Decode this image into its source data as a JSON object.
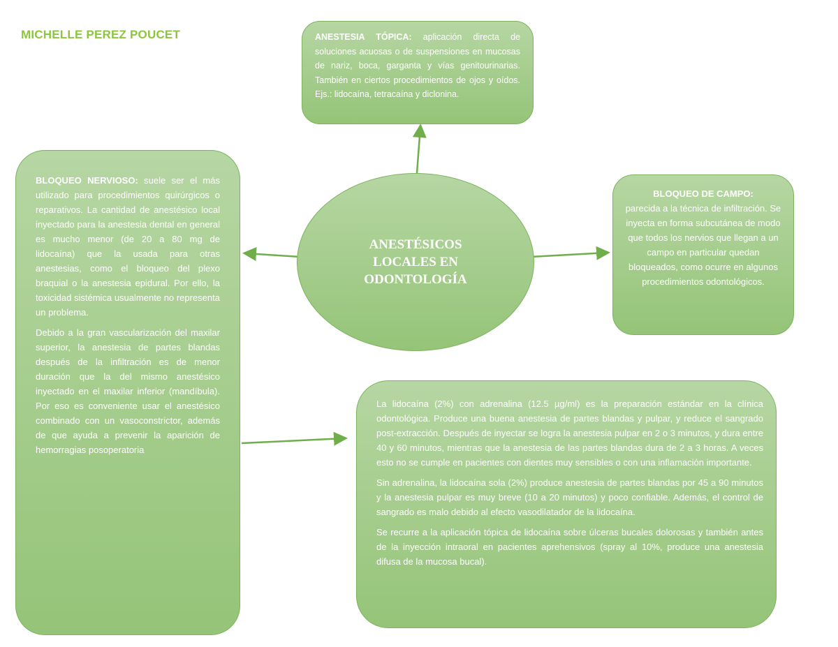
{
  "author": "MICHELLE PEREZ POUCET",
  "center": {
    "title": "ANESTÉSICOS LOCALES EN ODONTOLOGÍA"
  },
  "top_box": {
    "heading": "ANESTESIA TÓPICA:",
    "text": " aplicación directa de soluciones acuosas o de suspensiones en mucosas de nariz, boca, garganta y vías genitourinarias. También en ciertos procedimientos de ojos y oídos. Ejs.: lidocaína, tetracaína y diclonina."
  },
  "left_box": {
    "heading": "BLOQUEO NERVIOSO:",
    "p1": " suele ser el más utilizado para procedimientos quirúrgicos o reparativos. La cantidad de anestésico local inyectado para la anestesia dental en general es mucho menor (de 20 a 80 mg de lidocaína) que la usada para otras anestesias, como el bloqueo del plexo braquial o la anestesia epidural. Por ello, la toxicidad sistémica usualmente no representa un problema.",
    "p2": "Debido a la gran vascularización del maxilar superior, la anestesia de partes blandas después de la infiltración es de menor duración que la del mismo anestésico inyectado en el maxilar inferior (mandíbula). Por eso es conveniente usar el anestésico combinado con un vasoconstrictor, además de que ayuda a prevenir la aparición de hemorragias posoperatoria"
  },
  "right_box": {
    "heading": "BLOQUEO DE CAMPO:",
    "text": "parecida a la técnica de infiltración. Se inyecta en forma subcutánea de modo que todos los nervios que llegan a un campo en particular quedan bloqueados, como ocurre en algunos procedimientos odontológicos."
  },
  "bottom_box": {
    "p1": "La lidocaína (2%) con adrenalina (12.5 µg/ml) es la preparación estándar en la clínica odontológica. Produce una buena anestesia de partes blandas y pulpar, y reduce el sangrado post-extracción. Después de inyectar se logra la anestesia pulpar en 2 o 3 minutos, y dura entre 40 y 60 minutos, mientras que la anestesia de las partes blandas dura de 2 a 3 horas. A veces esto no se cumple en pacientes con dientes muy sensibles o con una inflamación importante.",
    "p2": "Sin adrenalina, la lidocaína sola (2%) produce anestesia de partes blandas por 45 a 90 minutos y la anestesia pulpar es muy breve (10 a 20 minutos) y poco confiable. Además, el control de sangrado es malo debido al efecto vasodilatador de la lidocaína.",
    "p3": "Se recurre a la aplicación tópica de lidocaína sobre úlceras bucales dolorosas y también antes de la inyección intraoral en pacientes aprehensivos (spray al 10%, produce una anestesia difusa de la mucosa bucal)."
  },
  "colors": {
    "accent": "#8cc63e",
    "box_top": "#b6d6a3",
    "box_bottom": "#95c478",
    "border": "#7cb35c"
  }
}
